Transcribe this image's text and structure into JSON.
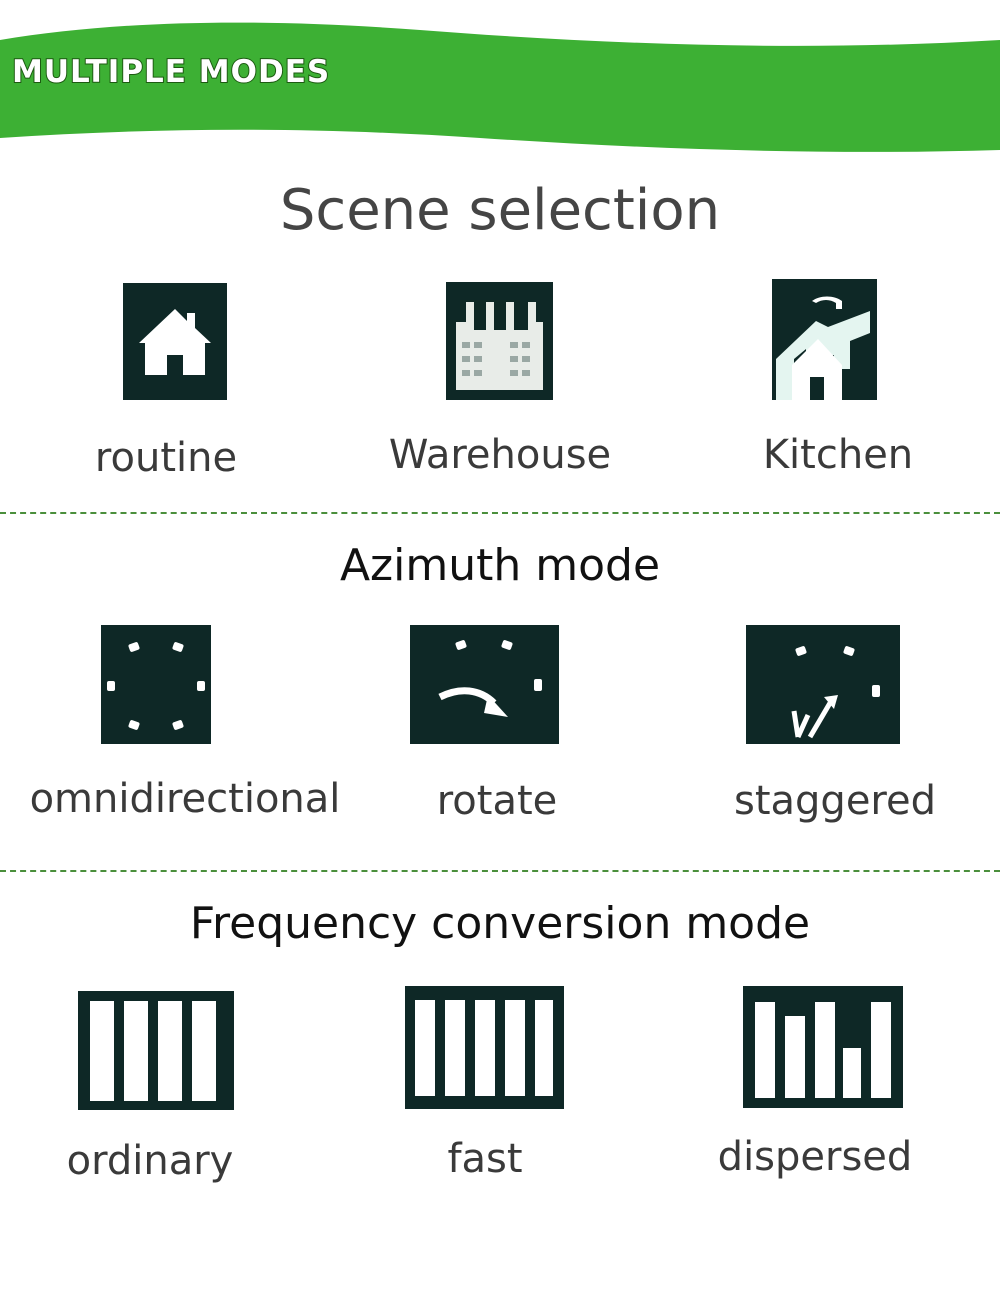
{
  "banner": {
    "title": "MULTIPLE MODES",
    "color": "#3db034"
  },
  "scene": {
    "heading": "Scene selection",
    "items": [
      {
        "label": "routine",
        "icon": "house-icon"
      },
      {
        "label": "Warehouse",
        "icon": "factory-icon"
      },
      {
        "label": "Kitchen",
        "icon": "kitchen-house-icon"
      }
    ]
  },
  "azimuth": {
    "heading": "Azimuth mode",
    "items": [
      {
        "label": "omnidirectional",
        "icon": "omnidirectional-icon"
      },
      {
        "label": "rotate",
        "icon": "rotate-icon"
      },
      {
        "label": "staggered",
        "icon": "staggered-icon"
      }
    ]
  },
  "frequency": {
    "heading": "Frequency conversion mode",
    "items": [
      {
        "label": "ordinary",
        "icon": "ordinary-bars-icon"
      },
      {
        "label": "fast",
        "icon": "fast-bars-icon"
      },
      {
        "label": "dispersed",
        "icon": "dispersed-bars-icon"
      }
    ]
  },
  "colors": {
    "tile": "#0e2826",
    "accent": "#3db034",
    "divider": "#4a8f3c"
  }
}
